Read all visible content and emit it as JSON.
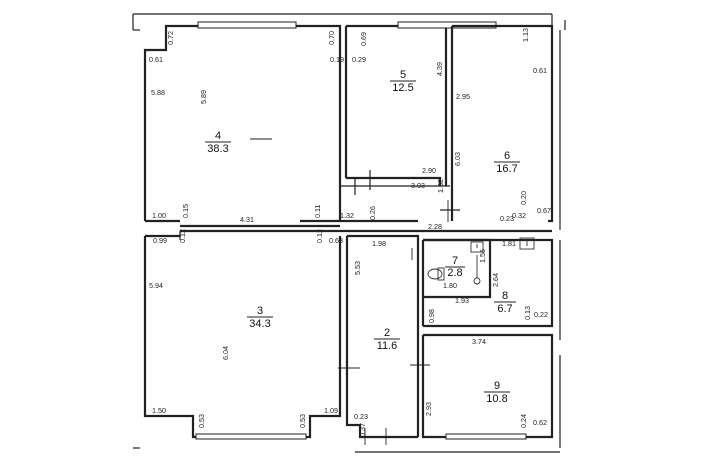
{
  "rooms": [
    {
      "number": "4",
      "area": "38.3"
    },
    {
      "number": "5",
      "area": "12.5"
    },
    {
      "number": "6",
      "area": "16.7"
    },
    {
      "number": "3",
      "area": "34.3"
    },
    {
      "number": "2",
      "area": "11.6"
    },
    {
      "number": "7",
      "area": "2.8"
    },
    {
      "number": "8",
      "area": "6.7"
    },
    {
      "number": "9",
      "area": "10.8"
    }
  ],
  "dimensions": {
    "r4_top_left": "0.72",
    "r4_top_right": "0.70",
    "r4_left_a": "0.61",
    "r4_right_b": "0.19",
    "r4_height": "5.88",
    "r4_inner": "5.89",
    "r4_bottom_left": "1.00",
    "r4_bottom_a": "0.15",
    "r4_bottom_width": "4.31",
    "r4_bottom_b": "0.11",
    "corridor_width": "1.32",
    "corridor_small": "0.26",
    "corridor_long": "2.28",
    "r5_top": "0.69",
    "r5_left": "0.29",
    "r5_right": "4.39",
    "r5_bottom": "2.90",
    "r5_below": "3.03",
    "r5_step": "1.52",
    "r6_top": "1.13",
    "r6_right": "0.61",
    "r6_left": "2.95",
    "r6_height": "6.03",
    "r6_a": "0.20",
    "r6_b": "0.23",
    "r6_c": "0.32",
    "r6_d": "0.67",
    "r3_top_a": "0.12",
    "r3_top_b": "0.99",
    "r3_top_c": "0.12",
    "r3_top_d": "0.63",
    "r3_height": "5.94",
    "r3_inner": "6.04",
    "r3_bottom_left": "1.50",
    "r3_bottom_right": "1.09",
    "r3_bottom_a": "0.53",
    "r3_bottom_b": "0.53",
    "r2_top": "1.98",
    "r2_left": "5.53",
    "r2_bottom_a": "0.23",
    "r2_bottom_b": "0.37",
    "r7_side": "1.56",
    "r7_bottom": "1.80",
    "r8_top": "1.81",
    "r8_side": "2.64",
    "r8_bottom": "1.93",
    "r8_a": "0.98",
    "r8_b": "0.13",
    "r8_c": "0.22",
    "r9_top": "3.74",
    "r9_left": "2.93",
    "r9_a": "0.24",
    "r9_b": "0.62"
  }
}
